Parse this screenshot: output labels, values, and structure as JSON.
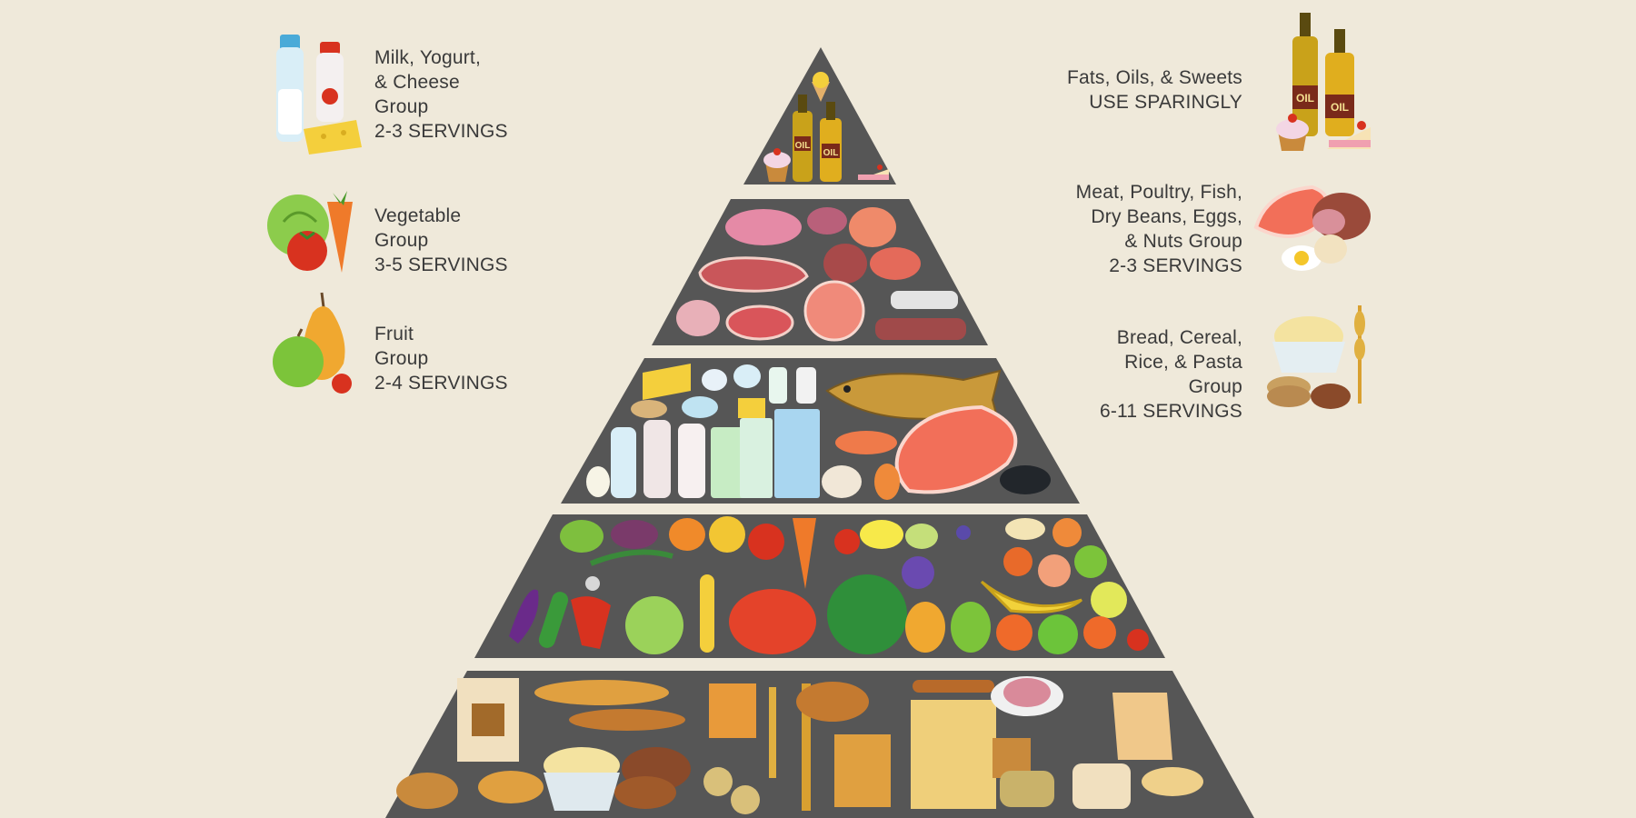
{
  "legend_left": [
    {
      "lines": [
        "Milk, Yogurt,",
        "& Cheese",
        "Group",
        "2-3 SERVINGS"
      ]
    },
    {
      "lines": [
        "Vegetable",
        "Group",
        "3-5 SERVINGS"
      ]
    },
    {
      "lines": [
        "Fruit",
        "Group",
        "2-4 SERVINGS"
      ]
    }
  ],
  "legend_right": [
    {
      "lines": [
        "Fats, Oils, & Sweets",
        "USE SPARINGLY"
      ]
    },
    {
      "lines": [
        "Meat, Poultry, Fish,",
        "Dry Beans, Eggs,",
        "& Nuts Group",
        "2-3 SERVINGS"
      ]
    },
    {
      "lines": [
        "Bread, Cereal,",
        "Rice, & Pasta",
        "Group",
        "6-11 SERVINGS"
      ]
    }
  ],
  "oil_label": "OIL",
  "colors": {
    "background": "#efe9da",
    "pyramid_tier": "#565656",
    "text": "#3a3a3a",
    "oil": "#c9a21a",
    "milk": "#d9eef7",
    "cheese": "#f4cf3c",
    "tomato": "#d8321f",
    "carrot": "#ef7a2a",
    "leaf": "#6fb33a",
    "meat": "#c9565a",
    "salmon": "#f08a6a",
    "bread": "#c98a3c",
    "pear": "#f0a830",
    "apple": "#7cc43a"
  },
  "icons": [
    "milk-bottle-icon",
    "yogurt-bottle-icon",
    "cheese-icon",
    "cabbage-icon",
    "carrot-icon",
    "tomato-icon",
    "pear-icon",
    "apple-icon",
    "cherry-icon",
    "oil-bottle-icon",
    "cupcake-icon",
    "cake-slice-icon",
    "salmon-steak-icon",
    "ham-icon",
    "egg-icon",
    "porridge-bowl-icon",
    "cookie-icon",
    "wheat-icon"
  ]
}
